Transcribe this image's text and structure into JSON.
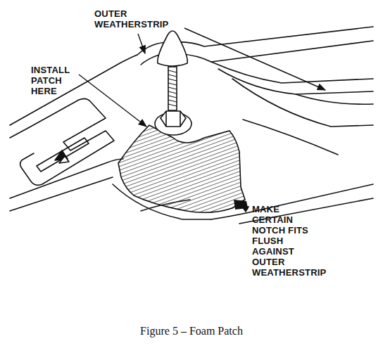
{
  "diagram": {
    "caption": "Figure 5 – Foam Patch",
    "labels": [
      "OUTER WEATHERSTRIP",
      "INSTALL PATCH HERE",
      "MAKE CERTAIN NOTCH FITS FLUSH AGAINST OUTER WEATHERSTRIP"
    ]
  }
}
